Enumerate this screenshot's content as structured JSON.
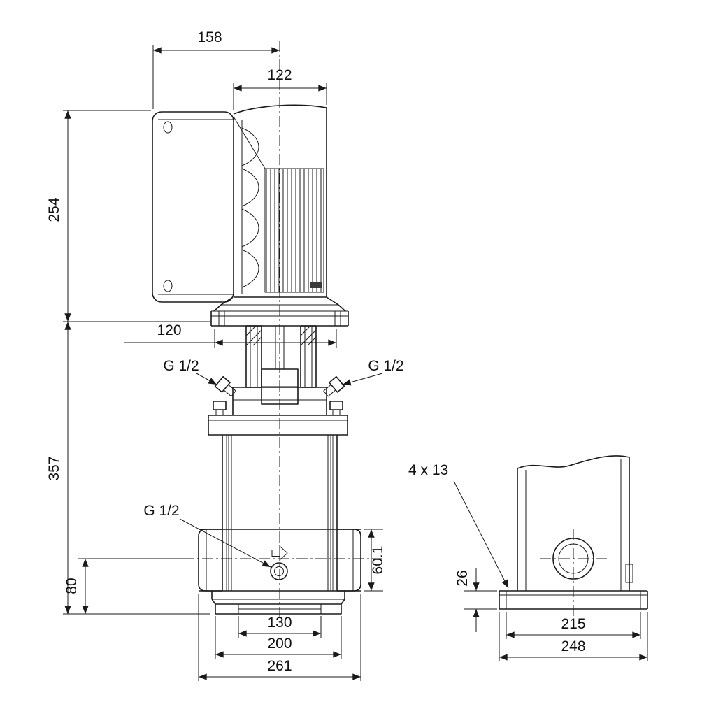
{
  "drawing": {
    "front_view": {
      "dim_box_depth": "158",
      "dim_motor_width": "122",
      "dim_motor_height": "254",
      "dim_flange_width": "120",
      "dim_pump_height": "357",
      "dim_port_height": "80",
      "dim_port_flange": "60.1",
      "dim_base_inner": "130",
      "dim_base_feet": "200",
      "dim_port_span": "261",
      "label_vent_left": "G 1/2",
      "label_vent_right": "G 1/2",
      "label_drain": "G 1/2"
    },
    "end_view": {
      "label_holes": "4  x  13",
      "dim_base_height": "26",
      "dim_base_inner_width": "215",
      "dim_base_outer_width": "248"
    }
  }
}
